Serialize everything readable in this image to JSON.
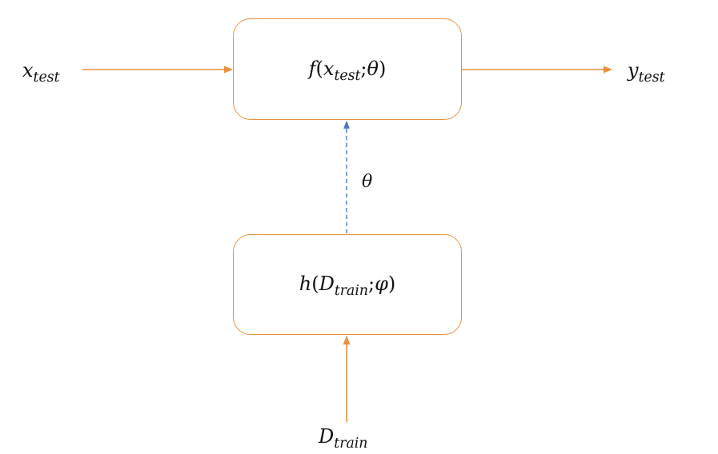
{
  "colors": {
    "box_border": "#e8913f",
    "arrow_solid": "#e8913f",
    "arrow_dashed": "#4a78c2",
    "text": "#111111"
  },
  "input_label": {
    "base": "x",
    "sub": "test"
  },
  "output_label": {
    "base": "y",
    "sub": "test"
  },
  "train_label": {
    "base": "D",
    "sub": "train"
  },
  "param_label": "θ",
  "box_f": {
    "fn": "f",
    "open": "(",
    "arg_base": "x",
    "arg_sub": "test",
    "sep": ";",
    "param": "θ",
    "close": ")"
  },
  "box_h": {
    "fn": "h",
    "open": "(",
    "arg_base": "D",
    "arg_sub": "train",
    "sep": ";",
    "param": "φ",
    "close": ")"
  }
}
